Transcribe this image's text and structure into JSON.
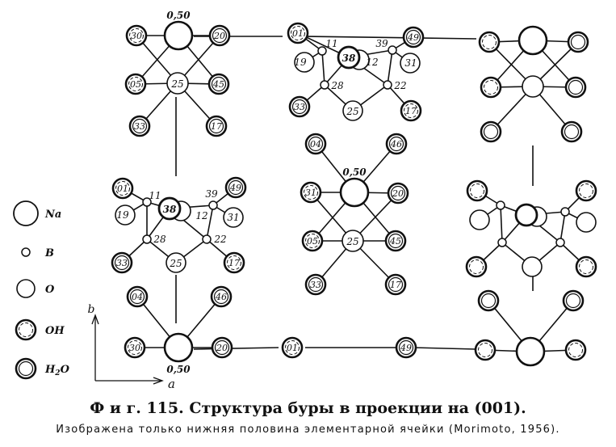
{
  "atoms": {
    "na_top_left": "0,50",
    "na_mid_center": "0,50",
    "na_bottom_left": "0,50",
    "c25": "25",
    "c28": "28",
    "c22": "22",
    "c38": "38",
    "c11": "11",
    "c12": "12",
    "c39": "39",
    "c19": "19",
    "c31": "31",
    "c30": "30",
    "c20": "20",
    "c05": "05",
    "c45": "45",
    "c33": "33",
    "c17": "17",
    "c01": "01",
    "c49": "49",
    "c04": "04",
    "c46": "46"
  },
  "axes": {
    "b": "b",
    "a": "a"
  },
  "legend": [
    {
      "symbol": "Na",
      "label": "Na"
    },
    {
      "symbol": "B",
      "label": "B"
    },
    {
      "symbol": "O",
      "label": "O"
    },
    {
      "symbol": "OH",
      "label": "OH"
    },
    {
      "symbol": "H2O",
      "label": "H",
      "sub": "2",
      "label_tail": "O"
    }
  ],
  "caption": {
    "title": "Ф и г. 115. Структура буры в проекции на (001).",
    "subtitle": "Изображена только нижняя половина элементарной ячейки (Morimoto, 1956)."
  }
}
